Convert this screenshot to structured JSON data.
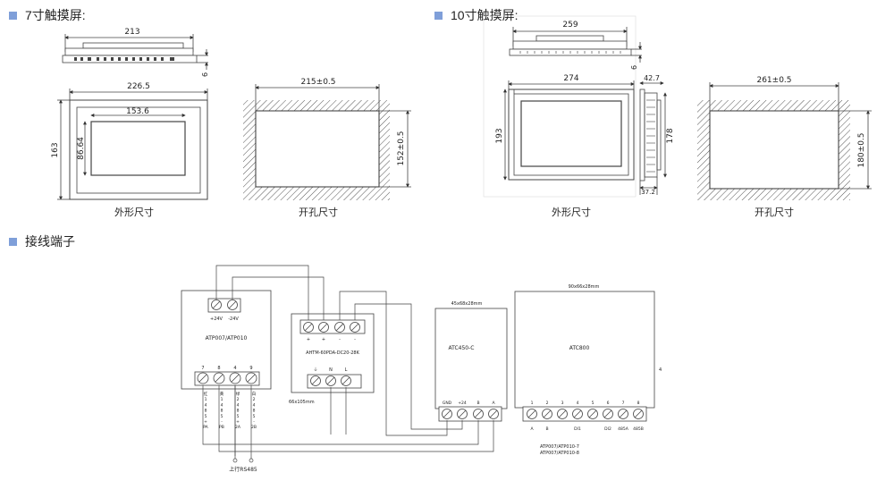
{
  "sections": {
    "s7": "7寸触摸屏:",
    "s10": "10寸触摸屏:",
    "wiring": "接线端子"
  },
  "accent_color": "#7f9fd9",
  "d7": {
    "width_top": "213",
    "depth": "6",
    "outer_w": "226.5",
    "inner_w": "153.6",
    "inner_h": "86.64",
    "outer_h": "163",
    "outline_caption": "外形尺寸",
    "cut_w": "215±0.5",
    "cut_h": "152±0.5",
    "cut_caption": "开孔尺寸"
  },
  "d10": {
    "width_top": "259",
    "depth": "6",
    "outer_w": "274",
    "side_depth": "42.7",
    "outer_h": "193",
    "side_h": "178",
    "side_bottom": "37.2",
    "outline_caption": "外形尺寸",
    "cut_w": "261±0.5",
    "cut_h": "180±0.5",
    "cut_caption": "开孔尺寸"
  },
  "wiring": {
    "hmi_name": "ATP007/ATP010",
    "hmi_power_labels": [
      "+24V",
      "-24V"
    ],
    "hmi_terms": [
      "7",
      "8",
      "4",
      "9"
    ],
    "hmi_col_labels": [
      "红\n1\n4\n8\n5\n+\nPA",
      "黄\n1\n4\n8\n5\n-\nPB",
      "绿\n2\n4\n8\n5\n+\n2A",
      "白\n2\n4\n8\n5\n-\n2B"
    ],
    "upper_label": "上行RS485",
    "psu_name": "AHTM-60PDA-DC20-28K",
    "psu_top_labels": [
      "+",
      "+",
      "-",
      "-"
    ],
    "psu_bottom_labels": [
      "⏚",
      "N",
      "L"
    ],
    "psu_size": "66x105mm",
    "conv_size": "45x68x28mm",
    "conv_name": "ATC450-C",
    "conv_terms": [
      "GND",
      "+24",
      "B",
      "A"
    ],
    "io_size": "90x66x28mm",
    "io_name": "ATC800",
    "io_terms": [
      "1",
      "2",
      "3",
      "4",
      "5",
      "6",
      "7",
      "8"
    ],
    "io_terms_sub": [
      "A",
      "B",
      "",
      "",
      "DI1",
      "",
      "DI2",
      "485A",
      "485B"
    ],
    "io_note1": "ATP007/ATP010-7",
    "io_note2": "ATP007/ATP010-8",
    "io_mark": "4"
  }
}
